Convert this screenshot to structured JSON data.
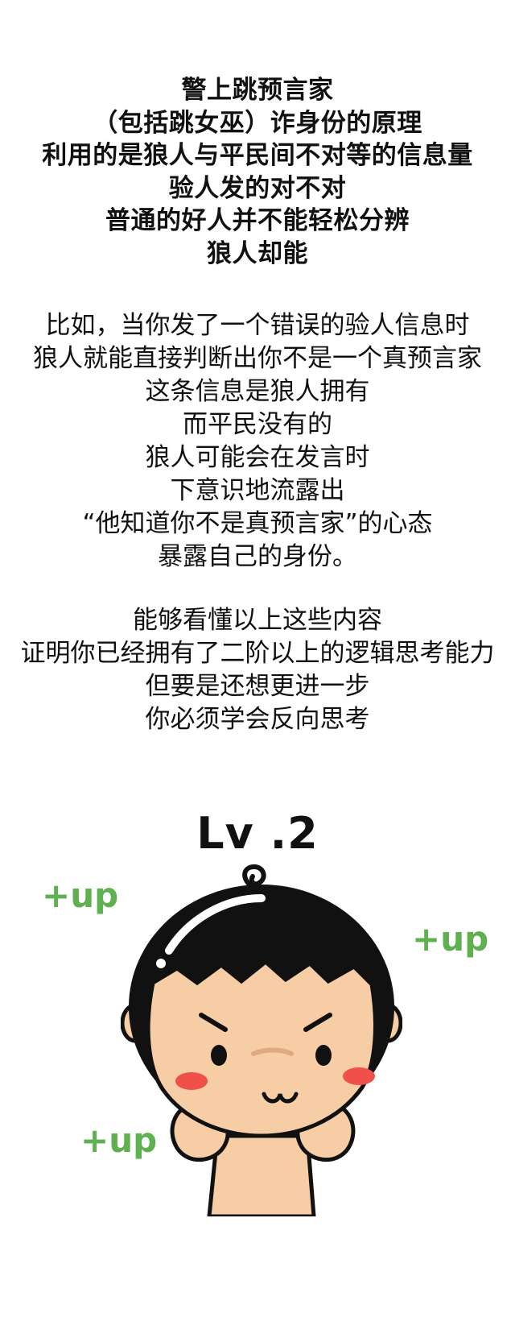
{
  "bold_block": {
    "lines": [
      "警上跳预言家",
      "（包括跳女巫）诈身份的原理",
      "利用的是狼人与平民间不对等的信息量",
      "验人发的对不对",
      "普通的好人并不能轻松分辨",
      "狼人却能"
    ]
  },
  "paragraph_1": {
    "lines": [
      "比如，当你发了一个错误的验人信息时",
      "狼人就能直接判断出你不是一个真预言家",
      "这条信息是狼人拥有",
      "而平民没有的",
      "狼人可能会在发言时",
      "下意识地流露出",
      "“他知道你不是真预言家”的心态",
      "暴露自己的身份。"
    ]
  },
  "paragraph_2": {
    "lines": [
      "能够看懂以上这些内容",
      "证明你已经拥有了二阶以上的逻辑思考能力",
      "但要是还想更进一步",
      "你必须学会反向思考"
    ]
  },
  "illustration": {
    "level_label": "Lv .2",
    "up_labels": [
      "+up",
      "+up",
      "+up"
    ],
    "colors": {
      "up_text": "#5fb04f",
      "hair": "#111111",
      "skin": "#f6cda4",
      "blush": "#f0504a"
    }
  }
}
